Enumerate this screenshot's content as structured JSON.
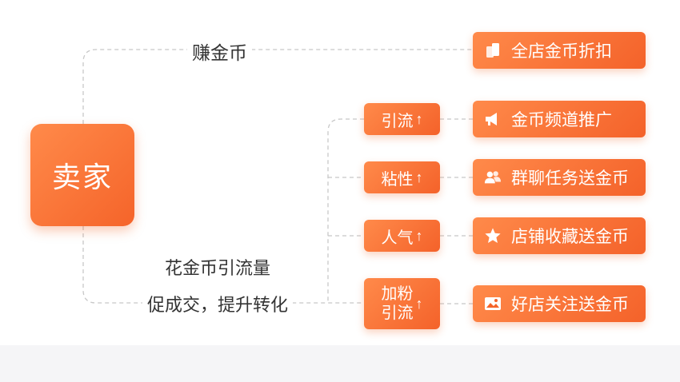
{
  "center_node": {
    "label": "卖家"
  },
  "captions": {
    "earn": "赚金币",
    "spend_line1": "花金币引流量",
    "spend_line2": "促成交，提升转化"
  },
  "top_action": {
    "label": "全店金币折扣",
    "icon": "coin-stack-icon"
  },
  "branches": [
    {
      "tag": "引流",
      "arrow": "↑",
      "action": "金币频道推广",
      "icon": "megaphone-icon"
    },
    {
      "tag": "粘性",
      "arrow": "↑",
      "action": "群聊任务送金币",
      "icon": "group-chat-icon"
    },
    {
      "tag": "人气",
      "arrow": "↑",
      "action": "店铺收藏送金币",
      "icon": "star-icon"
    },
    {
      "tag_line1": "加粉",
      "tag_line2": "引流",
      "arrow": "↑",
      "action": "好店关注送金币",
      "icon": "image-icon"
    }
  ],
  "colors": {
    "accent": "#f5642a",
    "accent_light": "#ff8a4a",
    "line": "#c8c8c8",
    "text": "#333333"
  }
}
